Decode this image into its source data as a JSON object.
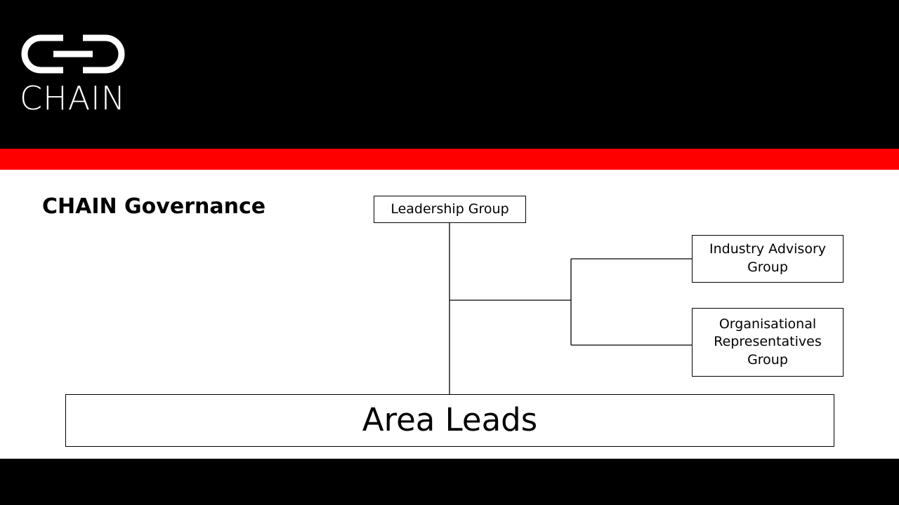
{
  "brand": {
    "name": "CHAIN",
    "logo_icon": "chain-link-icon",
    "colors": {
      "header": "#000000",
      "band": "#ff0000",
      "footer": "#000000"
    }
  },
  "page": {
    "title": "CHAIN Governance"
  },
  "org_chart": {
    "nodes": [
      {
        "id": "leadership",
        "label": "Leadership Group"
      },
      {
        "id": "industry",
        "label": "Industry Advisory Group"
      },
      {
        "id": "orgrep",
        "label": "Organisational Representatives Group"
      },
      {
        "id": "area",
        "label": "Area Leads"
      }
    ],
    "edges": [
      {
        "from": "leadership",
        "to": "area"
      },
      {
        "from": "leadership",
        "to": "industry"
      },
      {
        "from": "leadership",
        "to": "orgrep"
      }
    ]
  }
}
